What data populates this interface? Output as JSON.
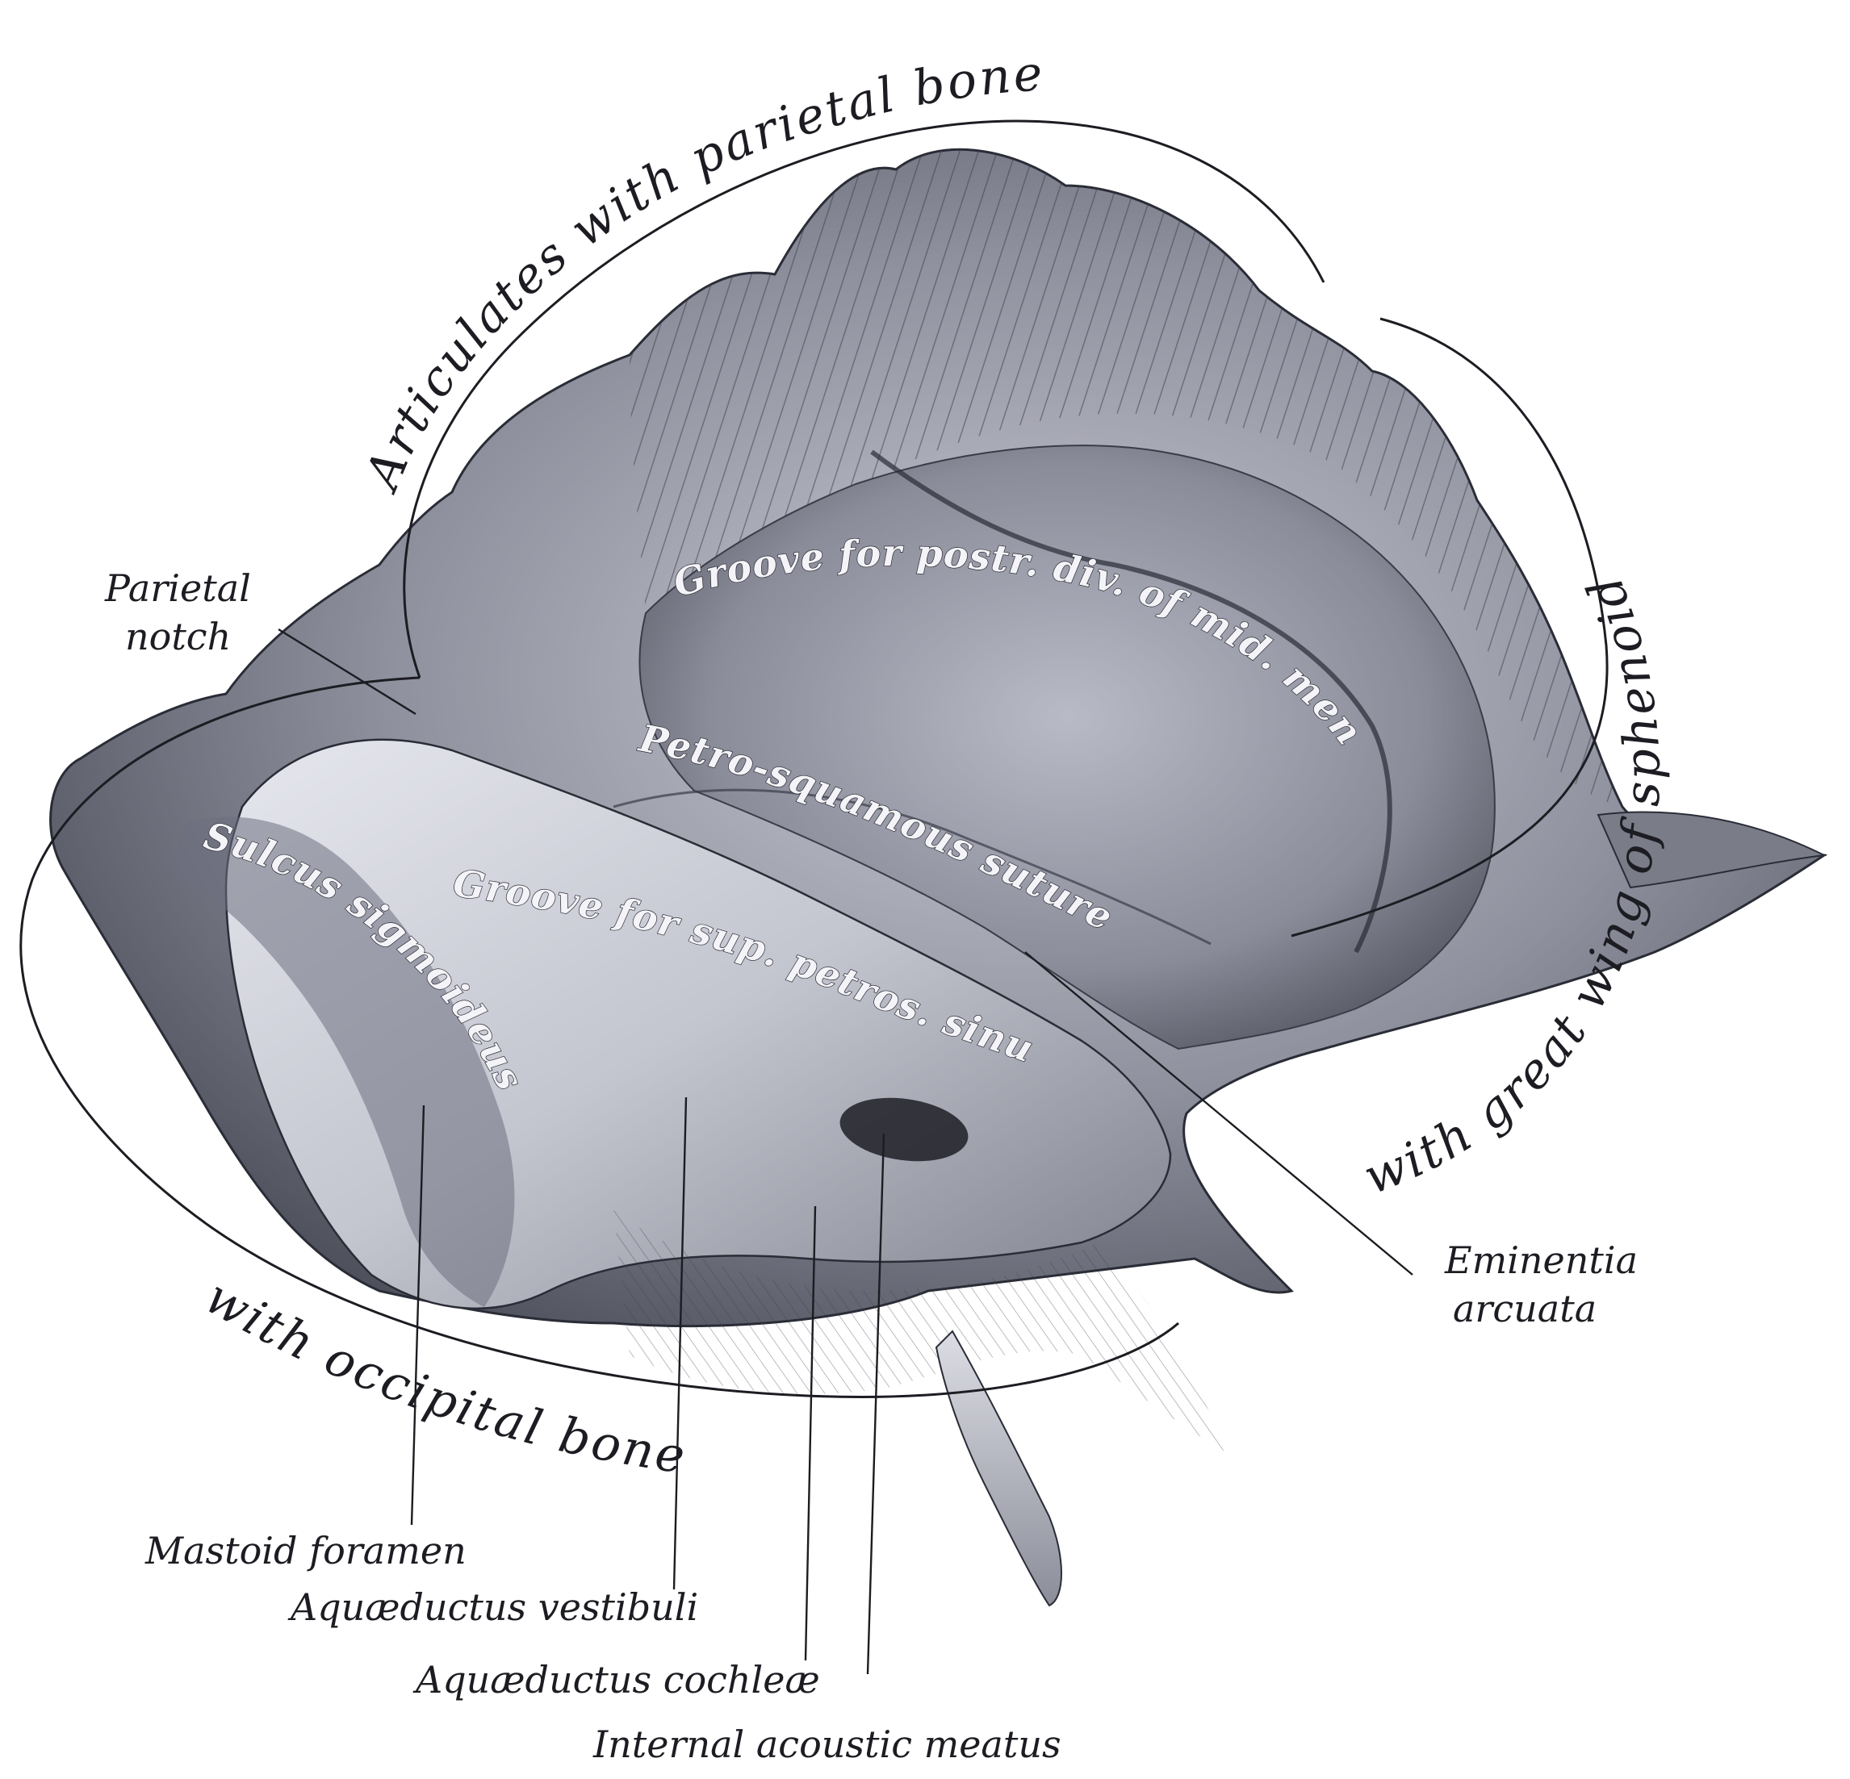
{
  "figure": {
    "regions": {
      "parietal_border": "Articulates with parietal bone",
      "sphenoid_border": "with great wing of sphenoid",
      "occipital_border": "with occipital bone"
    },
    "surface_labels": {
      "groove_mid_meningeal": "Groove for postr. div. of mid. mening. ves.",
      "petrosquamous_suture": "Petro-squamous suture",
      "sulcus_sigmoideus": "Sulcus sigmoideus",
      "groove_sup_petrosal": "Groove for sup. petros. sinus"
    },
    "callouts": {
      "parietal_notch_line1": "Parietal",
      "parietal_notch_line2": "notch",
      "eminentia_line1": "Eminentia",
      "eminentia_line2": "arcuata",
      "mastoid_foramen": "Mastoid foramen",
      "aquaeductus_vestibuli": "Aquæductus vestibuli",
      "aquaeductus_cochleae": "Aquæductus cochleæ",
      "internal_acoustic_meatus": "Internal acoustic meatus"
    },
    "colors": {
      "ink": "#1c1c22",
      "bone_light": "#d9dae2",
      "bone_mid": "#9a9ca8",
      "bone_dark": "#4a4c58"
    }
  }
}
